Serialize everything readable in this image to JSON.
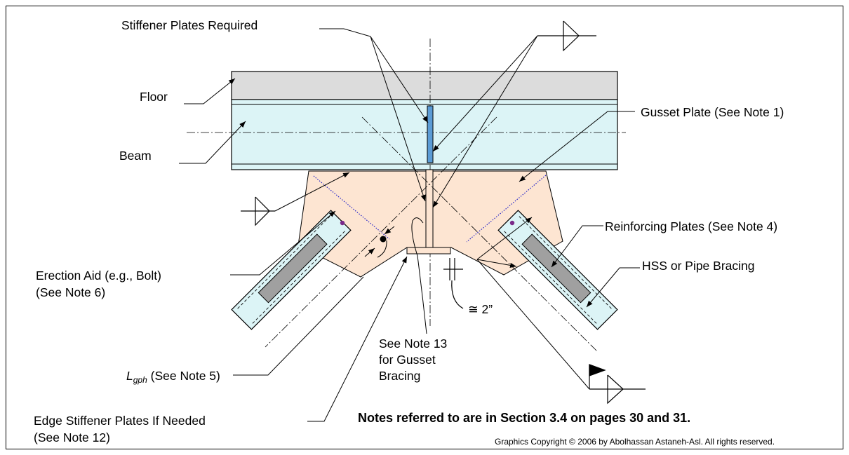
{
  "labels": {
    "stiffener": "Stiffener  Plates Required",
    "floor": "Floor",
    "beam": "Beam",
    "gusset": "Gusset Plate (See Note 1)",
    "reinforcing": "Reinforcing Plates (See Note 4)",
    "hss": "HSS or Pipe Bracing",
    "erection_1": "Erection Aid (e.g., Bolt)",
    "erection_2": "(See Note 6)",
    "approx": "≅ 2”",
    "note13_1": "See Note 13",
    "note13_2": "for Gusset",
    "note13_3": "Bracing",
    "lgph_main": "L",
    "lgph_sub": "gph",
    "lgph_rest": " (See Note 5)",
    "edge_1": "Edge Stiffener Plates If Needed",
    "edge_2": "(See Note 12)",
    "notes": "Notes referred to are in Section 3.4 on pages 30 and 31.",
    "copyright": "Graphics Copyright © 2006 by Abolhassan Astaneh-Asl. All rights reserved."
  },
  "colors": {
    "floor": "#dcdcdc",
    "beam": "#dcf4f6",
    "gusset": "#fde5d2",
    "stiffener": "#5b9bd5",
    "brace": "#dcf4f6",
    "reinforcing": "#a0a0a0",
    "dotted_line": "#2424c8",
    "bolt_marker": "#7a2a8a"
  }
}
